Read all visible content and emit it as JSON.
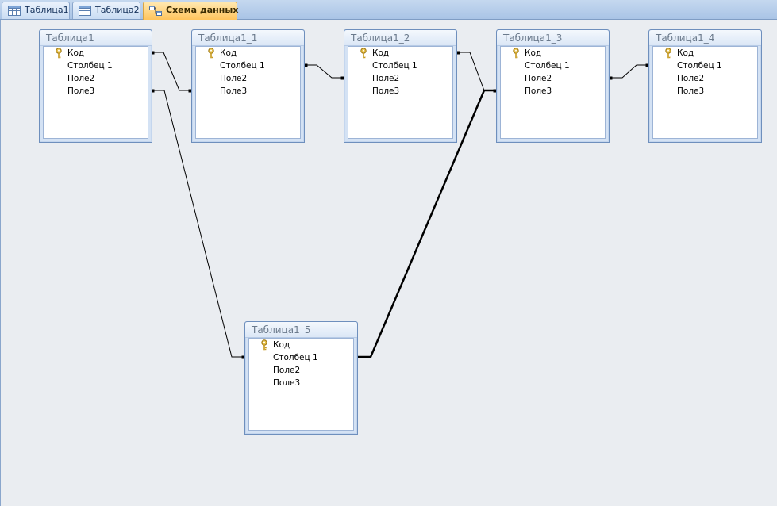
{
  "tabs": [
    {
      "label": "Таблица1",
      "icon": "table-icon",
      "active": false
    },
    {
      "label": "Таблица2",
      "icon": "table-icon",
      "active": false
    },
    {
      "label": "Схема данных",
      "icon": "relationships-icon",
      "active": true
    }
  ],
  "tables": [
    {
      "name": "Таблица1",
      "fields": [
        "Код",
        "Столбец 1",
        "Поле2",
        "Поле3"
      ],
      "primary_key": "Код"
    },
    {
      "name": "Таблица1_1",
      "fields": [
        "Код",
        "Столбец 1",
        "Поле2",
        "Поле3"
      ],
      "primary_key": "Код"
    },
    {
      "name": "Таблица1_2",
      "fields": [
        "Код",
        "Столбец 1",
        "Поле2",
        "Поле3"
      ],
      "primary_key": "Код"
    },
    {
      "name": "Таблица1_3",
      "fields": [
        "Код",
        "Столбец 1",
        "Поле2",
        "Поле3"
      ],
      "primary_key": "Код"
    },
    {
      "name": "Таблица1_4",
      "fields": [
        "Код",
        "Столбец 1",
        "Поле2",
        "Поле3"
      ],
      "primary_key": "Код"
    },
    {
      "name": "Таблица1_5",
      "fields": [
        "Код",
        "Столбец 1",
        "Поле2",
        "Поле3"
      ],
      "primary_key": "Код"
    }
  ],
  "relationships": [
    {
      "from": "Таблица1.Код",
      "to": "Таблица1_1.Поле3"
    },
    {
      "from": "Таблица1_1.Столбец 1",
      "to": "Таблица1_2.Поле2"
    },
    {
      "from": "Таблица1_2.Код",
      "to": "Таблица1_3.Поле3"
    },
    {
      "from": "Таблица1_3.Поле2",
      "to": "Таблица1_4.Столбец 1"
    },
    {
      "from": "Таблица1.Поле3",
      "to": "Таблица1_5.Столбец 1"
    },
    {
      "from": "Таблица1_5.Столбец 1",
      "to": "Таблица1_3.Поле3",
      "emphasized": true
    }
  ],
  "colors": {
    "tab_active": "#ffc45c",
    "canvas": "#eaedf1",
    "table_border": "#6e8fbd",
    "title_text": "#6b7a8c"
  }
}
